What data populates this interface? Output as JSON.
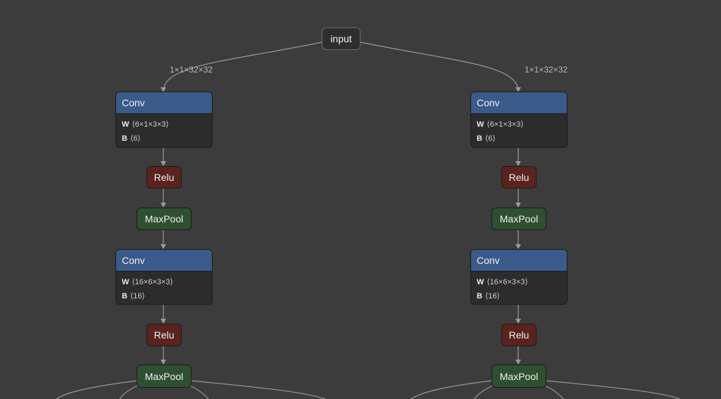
{
  "input": {
    "label": "input"
  },
  "edge_labels": {
    "left": "1×1×32×32",
    "right": "1×1×32×32"
  },
  "branches": [
    {
      "conv1": {
        "title": "Conv",
        "w_key": "W",
        "w_val": "⟨6×1×3×3⟩",
        "b_key": "B",
        "b_val": "⟨6⟩"
      },
      "relu1": "Relu",
      "pool1": "MaxPool",
      "conv2": {
        "title": "Conv",
        "w_key": "W",
        "w_val": "⟨16×6×3×3⟩",
        "b_key": "B",
        "b_val": "⟨16⟩"
      },
      "relu2": "Relu",
      "pool2": "MaxPool"
    },
    {
      "conv1": {
        "title": "Conv",
        "w_key": "W",
        "w_val": "⟨6×1×3×3⟩",
        "b_key": "B",
        "b_val": "⟨6⟩"
      },
      "relu1": "Relu",
      "pool1": "MaxPool",
      "conv2": {
        "title": "Conv",
        "w_key": "W",
        "w_val": "⟨16×6×3×3⟩",
        "b_key": "B",
        "b_val": "⟨16⟩"
      },
      "relu2": "Relu",
      "pool2": "MaxPool"
    }
  ],
  "colors": {
    "background": "#3c3c3c",
    "conv_header": "#3a5a8a",
    "relu": "#5a231d",
    "maxpool": "#2e5031",
    "edge": "#9a9a9a"
  }
}
